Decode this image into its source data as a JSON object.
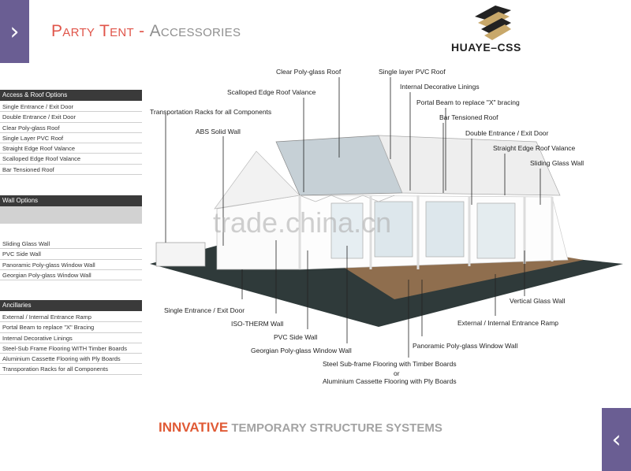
{
  "nav": {
    "next_icon": "›",
    "prev_icon": "‹"
  },
  "header": {
    "title_part1": "Party Tent",
    "title_sep": " - ",
    "title_part2": "Accessories"
  },
  "brand": {
    "name": "HUAYE–CSS"
  },
  "sidebar": {
    "access_roof": {
      "heading": "Access & Roof Options",
      "items": [
        "Single Entrance / Exit Door",
        "Double Entrance / Exit Door",
        "Clear Poly-glass Roof",
        "Single Layer PVC Roof",
        "Straight Edge Roof Valance",
        "Scalloped Edge Roof Valance",
        "Bar Tensioned Roof"
      ]
    },
    "wall": {
      "heading": "Wall Options",
      "items": [
        "Sliding Glass Wall",
        "PVC Side Wall",
        "Panoramic Poly-glass Window Wall",
        "Georgian Poly-glass Window Wall"
      ]
    },
    "ancillaries": {
      "heading": "Ancillaries",
      "items": [
        "External / Internal Entrance Ramp",
        "Portal Beam to replace \"X\" Bracing",
        "Internal Decorative Linings",
        "Steel-Sub Frame Flooring WITH Timber Boards",
        "Aluminium Cassette Flooring with Ply Boards",
        "Transporation Racks for all Components"
      ]
    }
  },
  "diagram": {
    "labels": {
      "clear_roof": "Clear Poly-glass Roof",
      "single_pvc_roof": "Single layer PVC Roof",
      "internal_linings": "Internal Decorative Linings",
      "scalloped_valance": "Scalloped Edge Roof Valance",
      "portal_beam": "Portal Beam to replace \"X\" bracing",
      "transport_racks": "Transportation Racks for all Components",
      "bar_tensioned": "Bar Tensioned Roof",
      "abs_wall": "ABS Solid Wall",
      "double_door": "Double Entrance / Exit Door",
      "straight_valance": "Straight Edge Roof Valance",
      "sliding_glass": "Sliding Glass Wall",
      "single_door": "Single Entrance / Exit Door",
      "iso_therm": "ISO-THERM Wall",
      "pvc_side": "PVC Side Wall",
      "georgian": "Georgian Poly-glass Window Wall",
      "vertical_glass": "Vertical Glass Wall",
      "ramp": "External / Internal Entrance Ramp",
      "panoramic": "Panoramic Poly-glass Window Wall",
      "steel_floor": "Steel Sub-frame Flooring with Timber Boards",
      "or": "or",
      "alu_floor": "Aluminium Cassette Flooring with Ply Boards"
    },
    "watermark": "trade.china.cn"
  },
  "footer": {
    "tag_bold": "INNVATIVE",
    "tag_rest": " TEMPORARY STRUCTURE SYSTEMS"
  },
  "colors": {
    "accent": "#e0554a",
    "nav": "#6a5e93",
    "header_bar": "#3a3a3a",
    "tagline_red": "#e05a35"
  }
}
